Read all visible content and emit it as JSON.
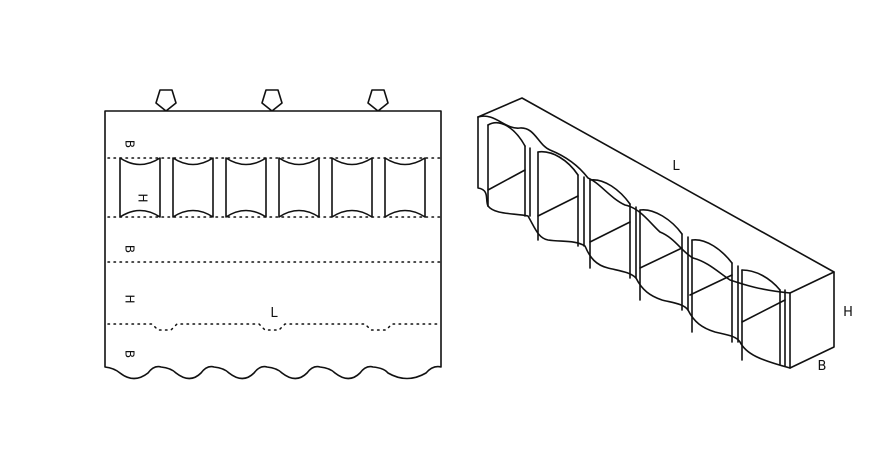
{
  "flat_pattern": {
    "labels": {
      "b_top": "B",
      "h_upper": "H",
      "b_middle": "B",
      "h_lower": "H",
      "l": "L",
      "b_bottom": "B"
    },
    "tab_count": 3,
    "cell_count": 6
  },
  "box_3d": {
    "labels": {
      "l": "L",
      "h": "H",
      "b": "B"
    },
    "divider_count": 6
  },
  "colors": {
    "line": "#111111",
    "background": "#ffffff"
  }
}
